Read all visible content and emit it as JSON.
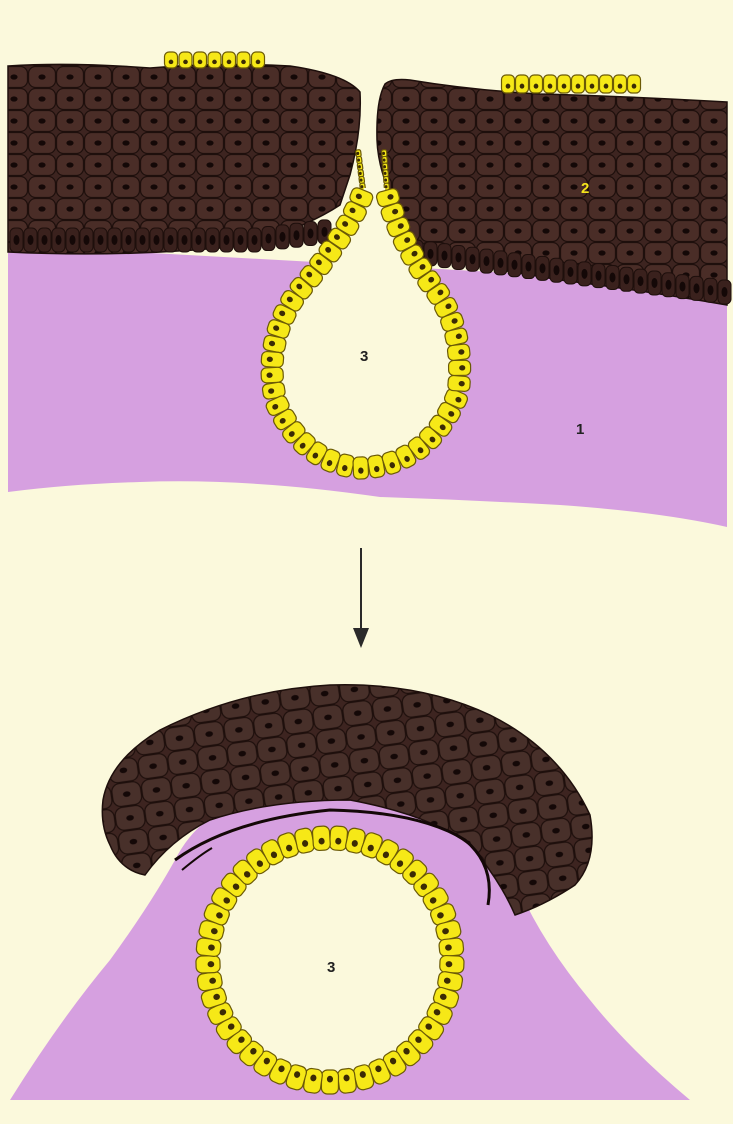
{
  "labels": {
    "stroma": "1",
    "ectoderm": "2",
    "cavity_top": "3",
    "cavity_bottom": "3"
  },
  "colors": {
    "background": "#fbf9dc",
    "stroma": "#d6a0e0",
    "epidermis": "#3d2420",
    "cell_outline": "#1e0f0c",
    "nucleus": "#140807",
    "vesicle_cell": "#f6e817",
    "vesicle_outline": "#6b5a06",
    "ectoderm_label": "#f4e41c",
    "dark_label": "#222222",
    "arrow": "#2a2a2a"
  },
  "icons": {
    "transition_arrow": "arrow-down-icon"
  }
}
